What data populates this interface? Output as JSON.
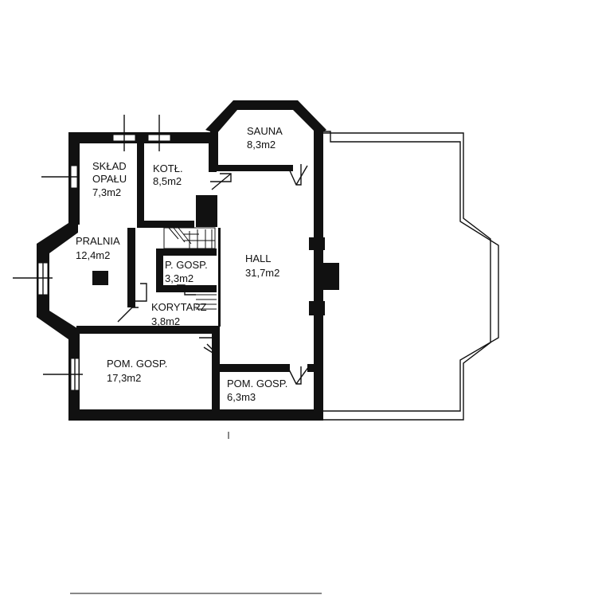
{
  "rooms": {
    "sklad": {
      "name_line1": "SKŁAD",
      "name_line2": "OPAŁU",
      "area": "7,3m2"
    },
    "kotl": {
      "name": "KOTŁ.",
      "area": "8,5m2"
    },
    "sauna": {
      "name": "SAUNA",
      "area": "8,3m2"
    },
    "pralnia": {
      "name": "PRALNIA",
      "area": "12,4m2"
    },
    "pgosp": {
      "name": "P. GOSP.",
      "area": "3,3m2"
    },
    "korytarz": {
      "name": "KORYTARZ",
      "area": "3,8m2"
    },
    "hall": {
      "name": "HALL",
      "area": "31,7m2"
    },
    "pomgosp1": {
      "name": "POM. GOSP.",
      "area": "17,3m2"
    },
    "pomgosp2": {
      "name": "POM. GOSP.",
      "area": "6,3m3"
    }
  },
  "colors": {
    "wall": "#111111",
    "paper": "#ffffff"
  }
}
